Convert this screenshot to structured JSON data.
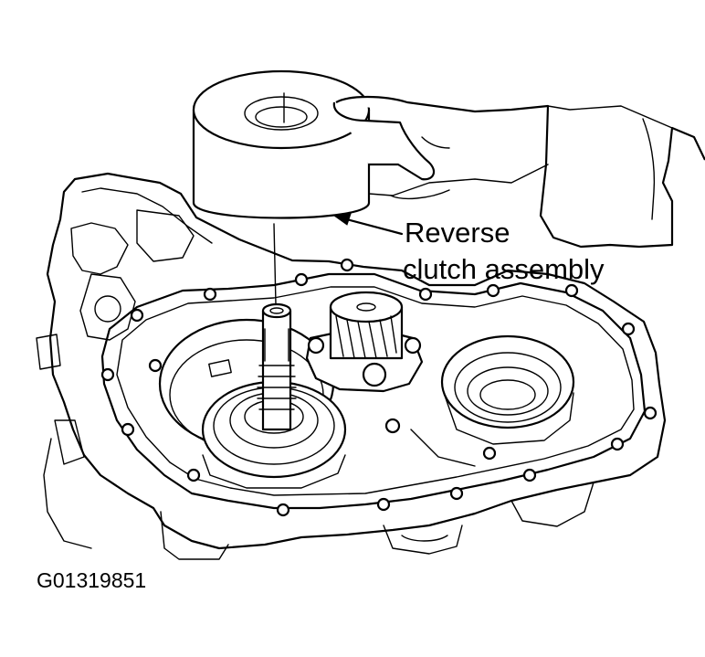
{
  "callout": {
    "line1": "Reverse",
    "line2": "clutch assembly"
  },
  "figure_id": "G01319851"
}
